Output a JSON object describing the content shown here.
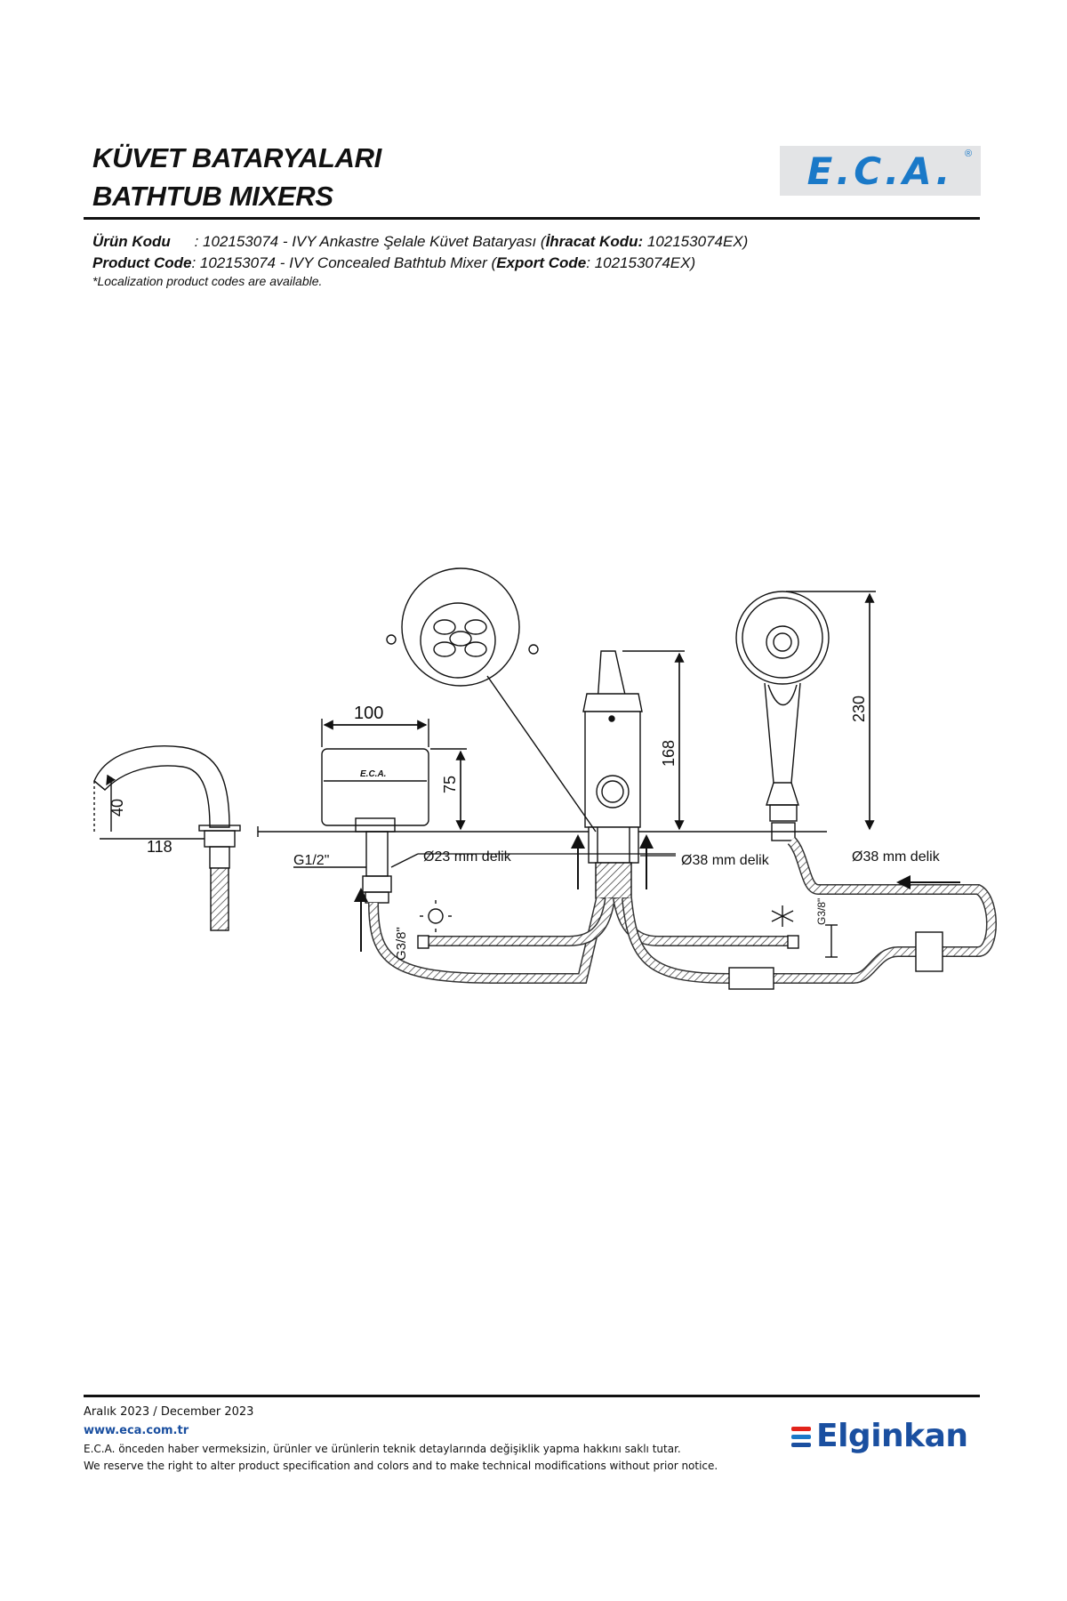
{
  "header": {
    "title_tr": "KÜVET BATARYALARI",
    "title_en": "BATHTUB MIXERS",
    "logo_text": "E.C.A.",
    "logo_reg": "®"
  },
  "product": {
    "code_label_tr": "Ürün Kodu",
    "code_value_tr": ": 102153074 - IVY Ankastre Şelale Küvet Bataryası (",
    "export_label_tr": "İhracat Kodu:",
    "export_value_tr": " 102153074EX)",
    "code_label_en": "Product Code",
    "code_value_en": ": 102153074 - IVY Concealed Bathtub Mixer (",
    "export_label_en": "Export Code",
    "export_value_en": ": 102153074EX)",
    "note": "*Localization product codes are available."
  },
  "drawing": {
    "dim_100": "100",
    "dim_75": "75",
    "dim_40": "40",
    "dim_118": "118",
    "dim_168": "168",
    "dim_230": "230",
    "thread_g12": "G1/2\"",
    "thread_g38_left": "G3/8\"",
    "thread_g38_right": "G3/8\"",
    "hole_23": "Ø23 mm delik",
    "hole_38_mid": "Ø38 mm delik",
    "hole_38_right": "Ø38 mm delik",
    "spout_brand": "E.C.A."
  },
  "footer": {
    "date": "Aralık 2023 / December 2023",
    "website": "www.eca.com.tr",
    "disclaimer_tr": "E.C.A. önceden haber vermeksizin, ürünler ve ürünlerin teknik detaylarında değişiklik yapma hakkını saklı tutar.",
    "disclaimer_en": "We reserve the right to alter product specification and colors and to make technical modifications without prior notice.",
    "brand": "Elginkan",
    "brand_colors": [
      "#e2231a",
      "#1a79c8",
      "#1a4fa0"
    ]
  }
}
